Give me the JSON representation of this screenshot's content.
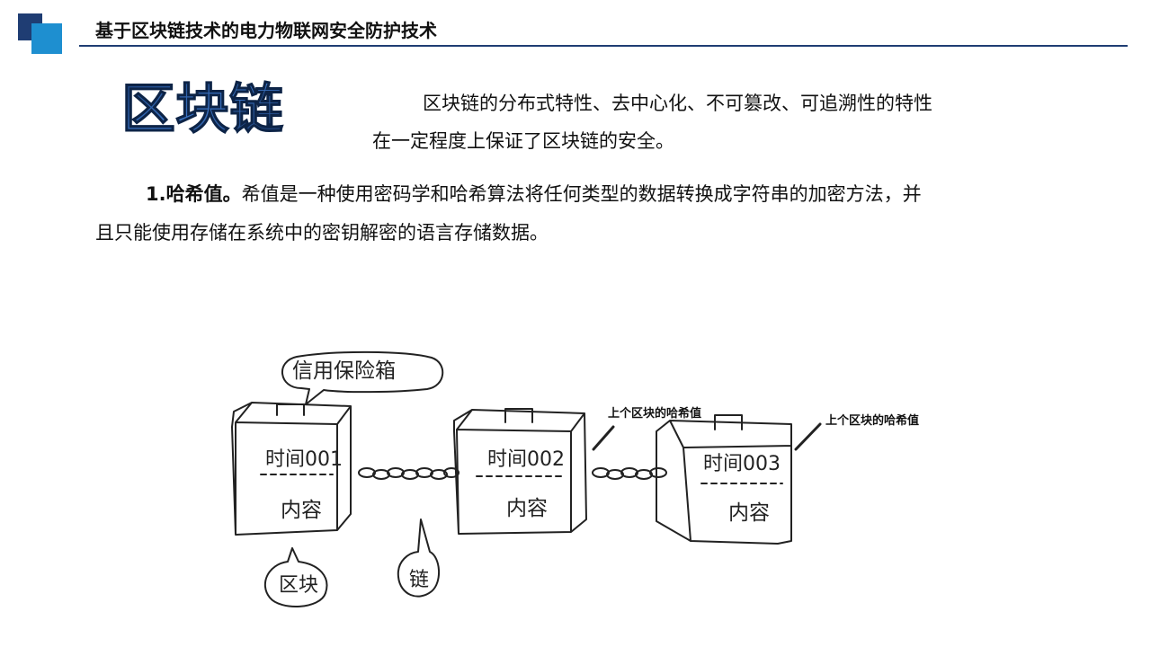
{
  "header": {
    "title": "基于区块链技术的电力物联网安全防护技术"
  },
  "logo": {
    "text": "区块链"
  },
  "intro": {
    "line1": "区块链的分布式特性、去中心化、不可篡改、可追溯性的特性",
    "line2": "在一定程度上保证了区块链的安全。"
  },
  "hash_paragraph": {
    "lead": "1.哈希值。",
    "line1_rest": "希值是一种使用密码学和哈希算法将任何类型的数据转换成字符串的加密方法，并",
    "line2": "且只能使用存储在系统中的密钥解密的语言存储数据。"
  },
  "diagram": {
    "safe_bubble": "信用保险箱",
    "block_bubble": "区块",
    "chain_bubble": "链",
    "blocks": [
      {
        "time": "时间001",
        "content": "内容"
      },
      {
        "time": "时间002",
        "content": "内容"
      },
      {
        "time": "时间003",
        "content": "内容"
      }
    ],
    "hash_labels": [
      "上个区块的哈希值",
      "上个区块的哈希值"
    ]
  },
  "colors": {
    "dark_blue": "#1f3d73",
    "light_blue": "#1e8fd0"
  }
}
